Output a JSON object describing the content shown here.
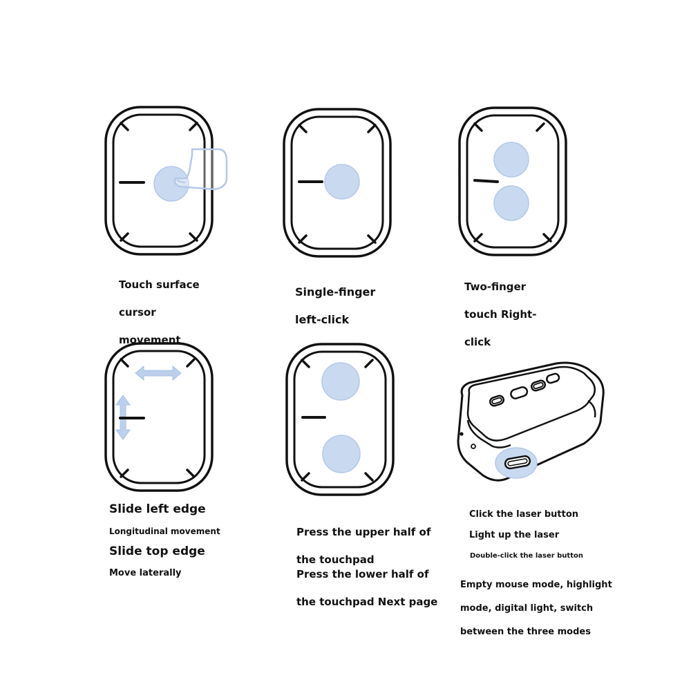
{
  "colors": {
    "outline": "#111111",
    "touch": "#c9daf0",
    "touch_stroke": "#b4c8e6",
    "arrow": "#bcd0ec"
  },
  "panels": [
    {
      "id": "cursor-movement",
      "icon": "finger-touch-icon",
      "caption": [
        "Touch surface",
        "cursor",
        "movement"
      ]
    },
    {
      "id": "left-click",
      "icon": "single-touch-icon",
      "caption": [
        "Single-finger",
        "left-click"
      ]
    },
    {
      "id": "right-click",
      "icon": "two-finger-touch-icon",
      "caption": [
        "Two-finger",
        "touch Right-",
        "click"
      ]
    },
    {
      "id": "slide-edges",
      "icon": "slide-arrows-icon",
      "captions": {
        "left_edge": "Slide left edge",
        "longitudinal": "Longitudinal movement",
        "top_edge": "Slide top edge",
        "lateral": "Move laterally"
      }
    },
    {
      "id": "page-turn",
      "icon": "upper-lower-touch-icon",
      "captions": {
        "upper": [
          "Press the upper half of",
          "the touchpad"
        ],
        "lower": [
          "Press the lower half of",
          "the touchpad Next page"
        ]
      }
    },
    {
      "id": "laser-device",
      "icon": "presenter-device-icon",
      "captions": {
        "click": "Click the laser button",
        "light": "Light up the laser",
        "double": "Double-click the laser button",
        "modes": [
          "Empty mouse mode, highlight",
          "mode, digital light, switch",
          "between the three modes"
        ]
      }
    }
  ]
}
